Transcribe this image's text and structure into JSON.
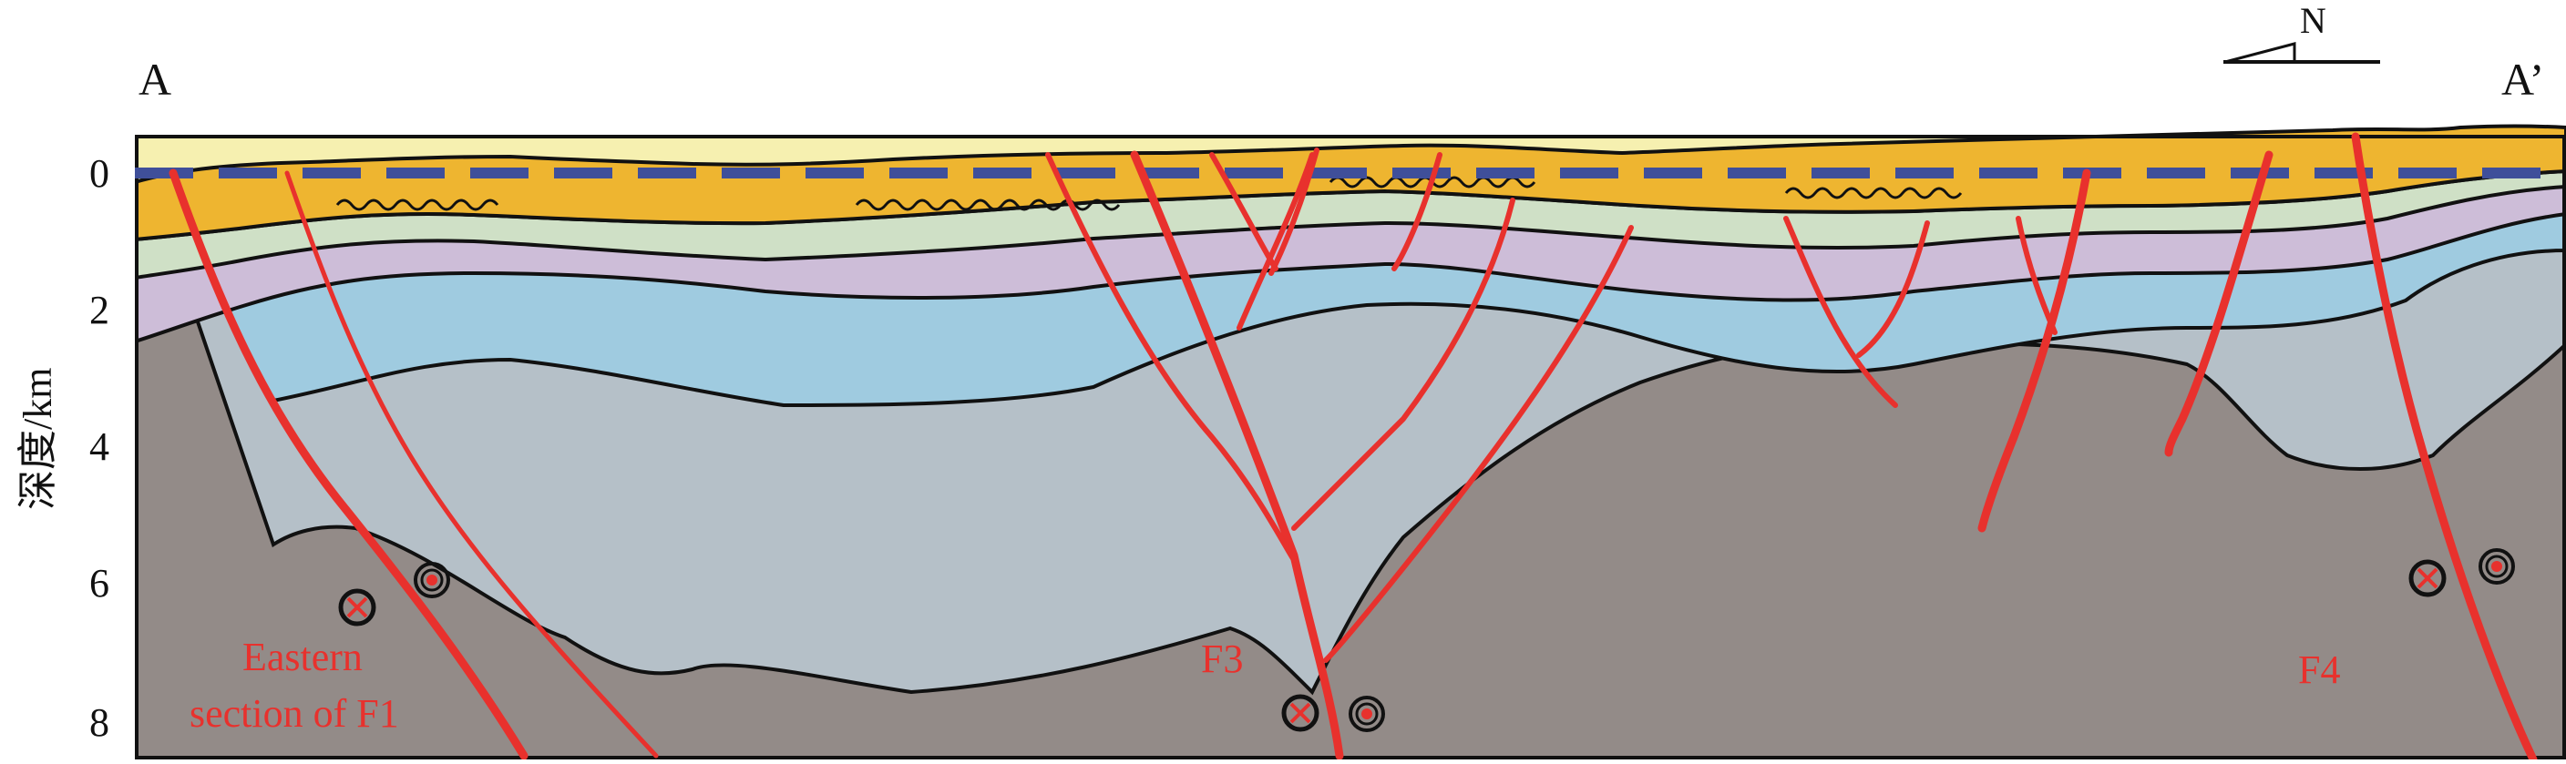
{
  "section": {
    "start_label": "A",
    "end_label": "A’",
    "north_label": "N"
  },
  "depth_axis": {
    "title": "深度/km",
    "ticks": [
      "0",
      "2",
      "4",
      "6",
      "8"
    ]
  },
  "faults": {
    "f1_label_line1": "Eastern",
    "f1_label_line2": "section of F1",
    "f3_label": "F3",
    "f4_label": "F4"
  },
  "colors": {
    "surface_layer": "#eeb530",
    "layer_pale_yellow": "#f6f0b0",
    "layer_green": "#cfe0c6",
    "layer_purple": "#cdbdd8",
    "layer_blue": "#9fcbe0",
    "layer_grey_blue": "#b5c0c8",
    "basement": "#938b88",
    "fault": "#e8312d",
    "sea_level_dash": "#3f4f9a"
  }
}
